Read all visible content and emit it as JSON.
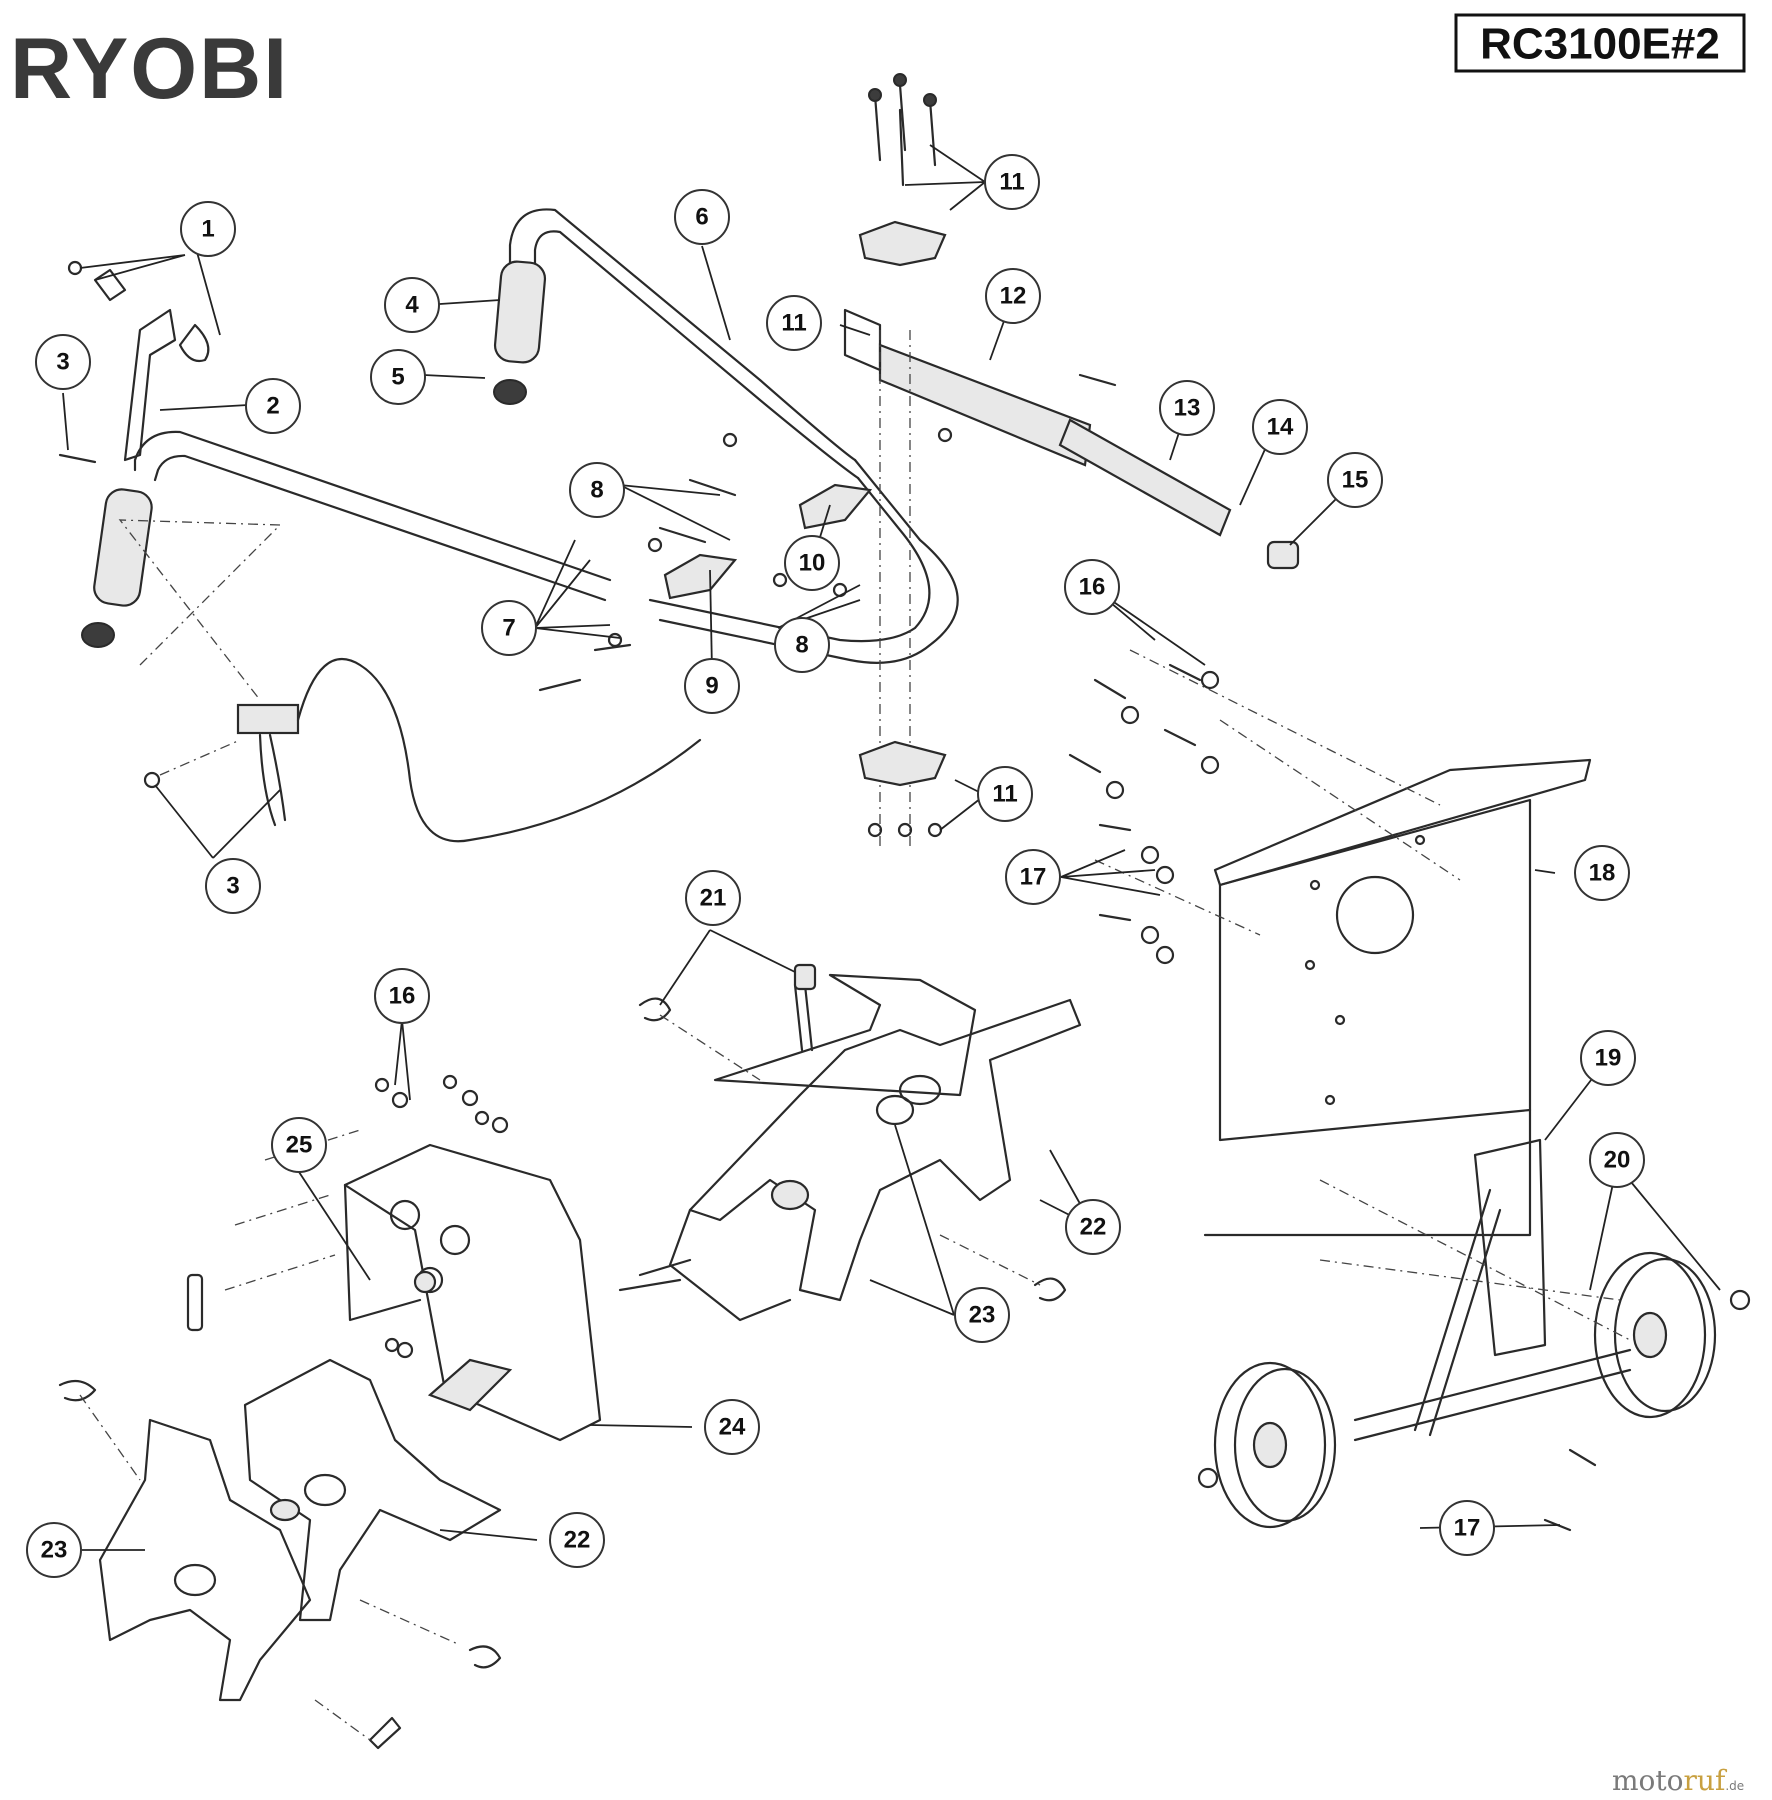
{
  "brand": "RYOBI",
  "model": "RC3100E#2",
  "watermark": {
    "part1": "moto",
    "part2": "ruf",
    "part3": ".de"
  },
  "callouts": [
    "1",
    "2",
    "3",
    "3",
    "4",
    "5",
    "6",
    "7",
    "8",
    "8",
    "9",
    "10",
    "11",
    "11",
    "11",
    "12",
    "13",
    "14",
    "15",
    "16",
    "16",
    "17",
    "17",
    "18",
    "19",
    "20",
    "21",
    "22",
    "22",
    "23",
    "23",
    "24",
    "25"
  ]
}
